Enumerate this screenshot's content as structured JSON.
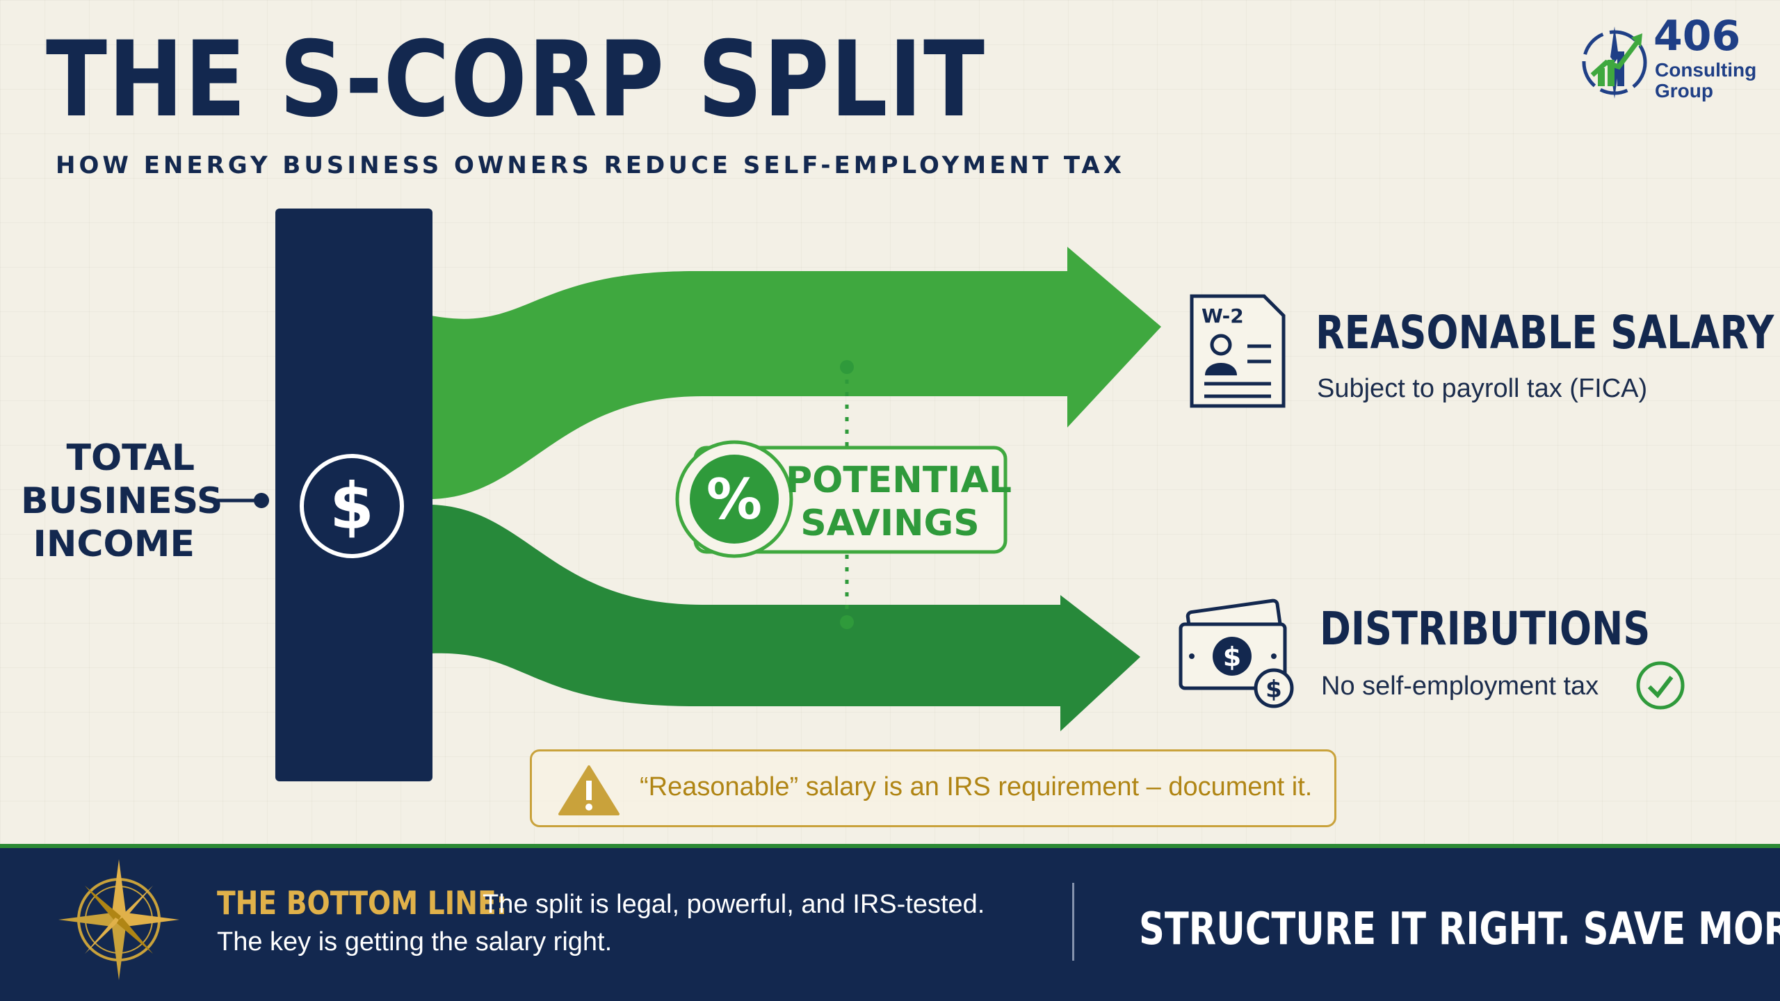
{
  "header": {
    "title": "THE S-CORP SPLIT",
    "subtitle": "HOW ENERGY BUSINESS OWNERS REDUCE SELF-EMPLOYMENT TAX"
  },
  "logo": {
    "number": "406",
    "name": "Consulting Group"
  },
  "source": {
    "label": "TOTAL\nBUSINESS\nINCOME",
    "icon": "dollar-icon"
  },
  "savings": {
    "label": "POTENTIAL\nSAVINGS",
    "icon": "percent-icon"
  },
  "salary": {
    "title": "REASONABLE SALARY",
    "description": "Subject to payroll tax (FICA)",
    "form_label": "W-2",
    "icon": "w2-form-icon"
  },
  "distributions": {
    "title": "DISTRIBUTIONS",
    "description": "No self-employment tax",
    "icon": "cash-icon",
    "status_icon": "check-icon"
  },
  "warning": {
    "text": "“Reasonable” salary is an IRS requirement – document it.",
    "icon": "warning-icon"
  },
  "footer": {
    "label": "THE BOTTOM LINE:",
    "line1": "The split is legal, powerful, and IRS-tested.",
    "line2": "The key is getting the salary right.",
    "slogan": "STRUCTURE IT RIGHT. SAVE MORE.",
    "icon": "compass-icon"
  },
  "colors": {
    "navy": "#13284f",
    "green_light": "#3fa83f",
    "green_dark": "#27893a",
    "gold": "#c9a23b",
    "background": "#f3f0e6"
  }
}
